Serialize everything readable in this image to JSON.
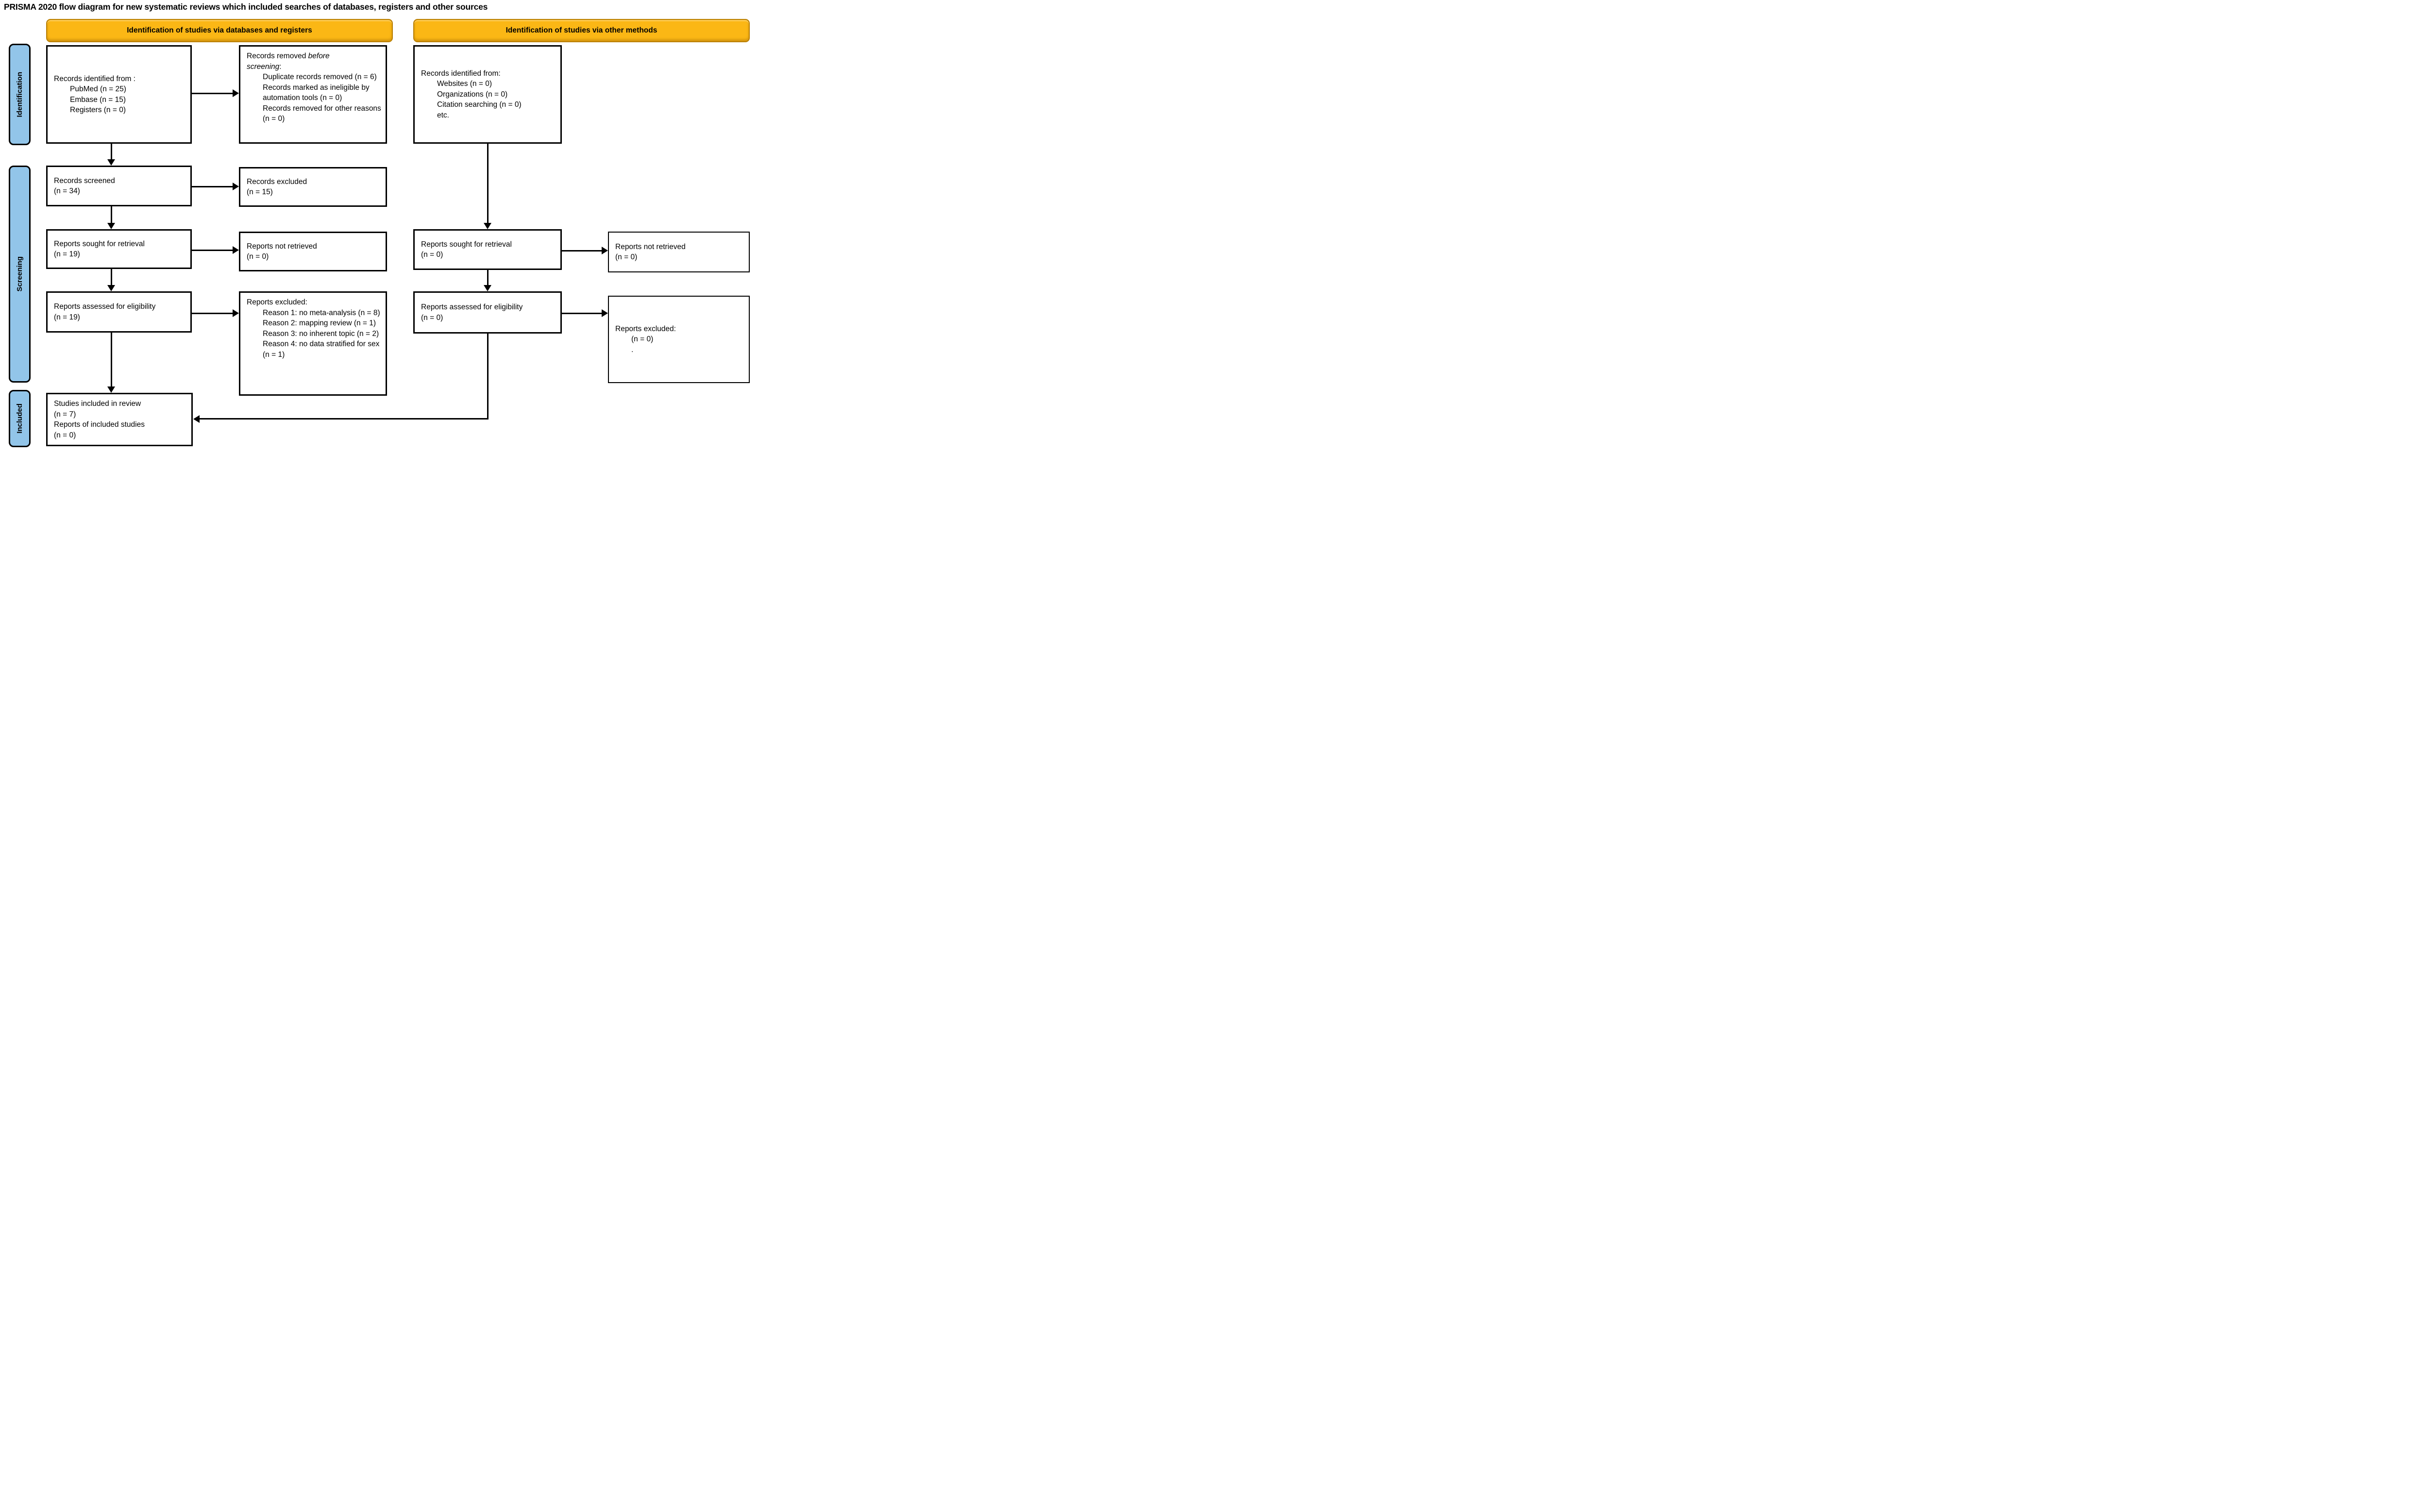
{
  "title": "PRISMA 2020 flow diagram for new systematic reviews which included searches of databases, registers and other sources",
  "banners": {
    "databases": "Identification of studies via databases and registers",
    "other": "Identification of studies via other methods"
  },
  "sidebar": {
    "identification": "Identification",
    "screening": "Screening",
    "included": "Included"
  },
  "boxes": {
    "records_identified": {
      "heading": "Records identified from :",
      "items": [
        "PubMed (n = 25)",
        "Embase (n = 15)",
        "Registers (n = 0)"
      ]
    },
    "records_removed": {
      "prefix": "Records removed ",
      "emphasis": "before screening",
      "suffix": ":",
      "items": [
        "Duplicate records removed (n = 6)",
        "Records marked as ineligible by automation tools (n = 0)",
        "Records removed for other reasons (n = 0)"
      ]
    },
    "records_identified_other": {
      "heading": "Records identified from:",
      "items": [
        "Websites (n = 0)",
        "Organizations (n = 0)",
        "Citation searching (n = 0)",
        "etc."
      ]
    },
    "records_screened": {
      "line1": "Records screened",
      "line2": "(n = 34)"
    },
    "records_excluded": {
      "line1": "Records excluded",
      "line2": "(n = 15)"
    },
    "reports_sought": {
      "line1": "Reports sought for retrieval",
      "line2": "(n = 19)"
    },
    "reports_not_retrieved": {
      "line1": "Reports not retrieved",
      "line2": "(n = 0)"
    },
    "reports_sought_other": {
      "line1": "Reports sought for retrieval",
      "line2": "(n = 0)"
    },
    "reports_not_retrieved_other": {
      "line1": "Reports not retrieved",
      "line2": "(n = 0)"
    },
    "reports_assessed": {
      "line1": "Reports assessed for eligibility",
      "line2": "(n = 19)"
    },
    "reports_excluded_reasons": {
      "heading": "Reports excluded:",
      "items": [
        "Reason 1: no meta-analysis (n = 8)",
        "Reason 2: mapping review (n = 1)",
        "Reason 3: no inherent topic (n = 2)",
        "Reason 4: no data stratified for sex (n = 1)"
      ]
    },
    "reports_assessed_other": {
      "line1": "Reports assessed for eligibility",
      "line2": "(n = 0)"
    },
    "reports_excluded_other": {
      "heading": "Reports excluded:",
      "items": [
        "(n = 0)",
        "."
      ]
    },
    "studies_included": {
      "line1": "Studies included in review",
      "line2": "(n = 7)",
      "line3": "Reports of included studies",
      "line4": "(n = 0)"
    }
  },
  "colors": {
    "banner_fill": "#FBB715",
    "banner_border": "#B97E00",
    "sidebar_fill": "#92C5E9",
    "line": "#000000"
  }
}
